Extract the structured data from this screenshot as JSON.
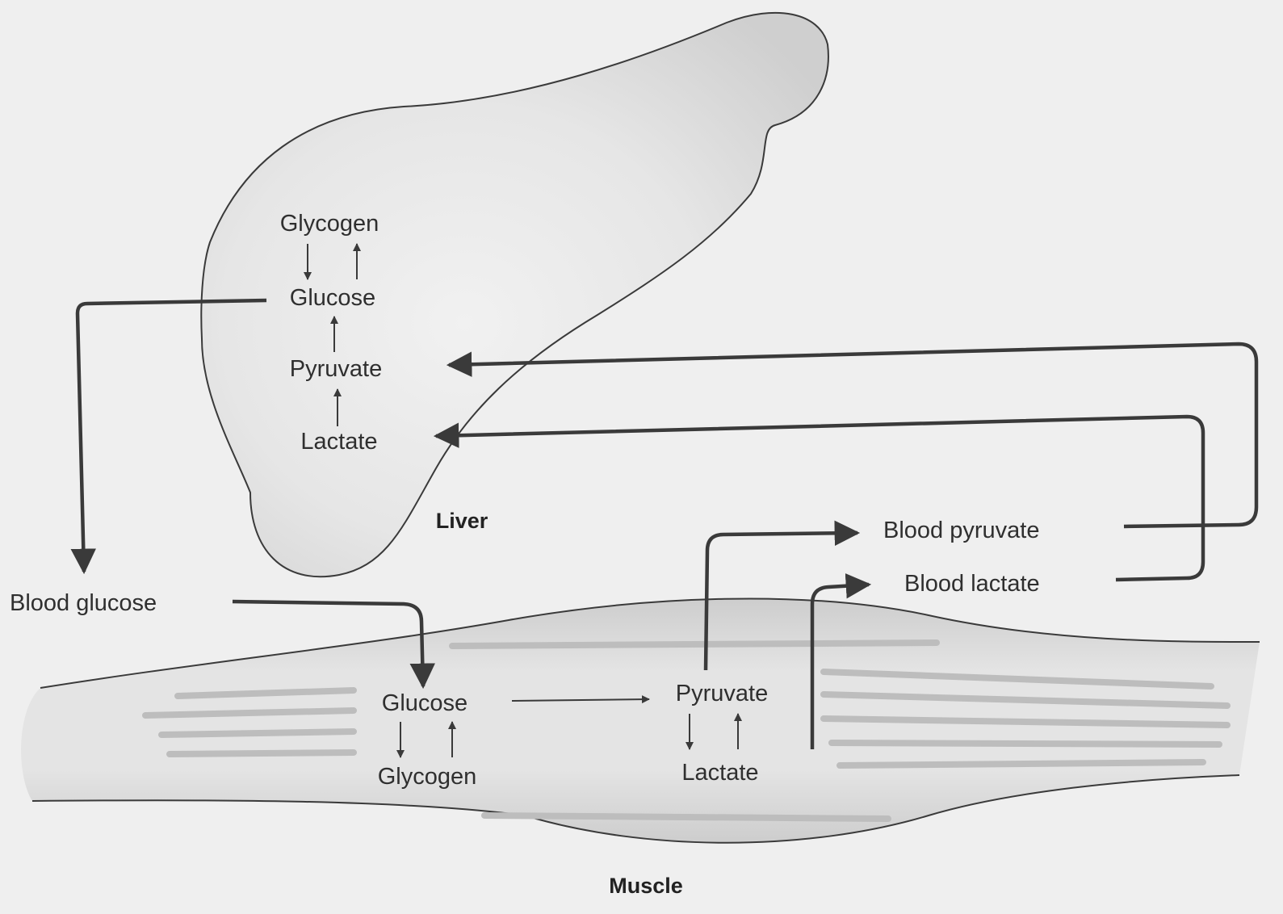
{
  "organs": {
    "liver": "Liver",
    "muscle": "Muscle"
  },
  "liver_labels": {
    "glycogen": "Glycogen",
    "glucose": "Glucose",
    "pyruvate": "Pyruvate",
    "lactate": "Lactate"
  },
  "blood_labels": {
    "glucose": "Blood glucose",
    "pyruvate": "Blood pyruvate",
    "lactate": "Blood lactate"
  },
  "muscle_labels": {
    "glucose": "Glucose",
    "glycogen": "Glycogen",
    "pyruvate": "Pyruvate",
    "lactate": "Lactate"
  },
  "colors": {
    "stroke": "#3a3a3a",
    "liver_fill": "#e2e2e2",
    "muscle_fill": "#d6d6d6",
    "background": "#efefef"
  }
}
